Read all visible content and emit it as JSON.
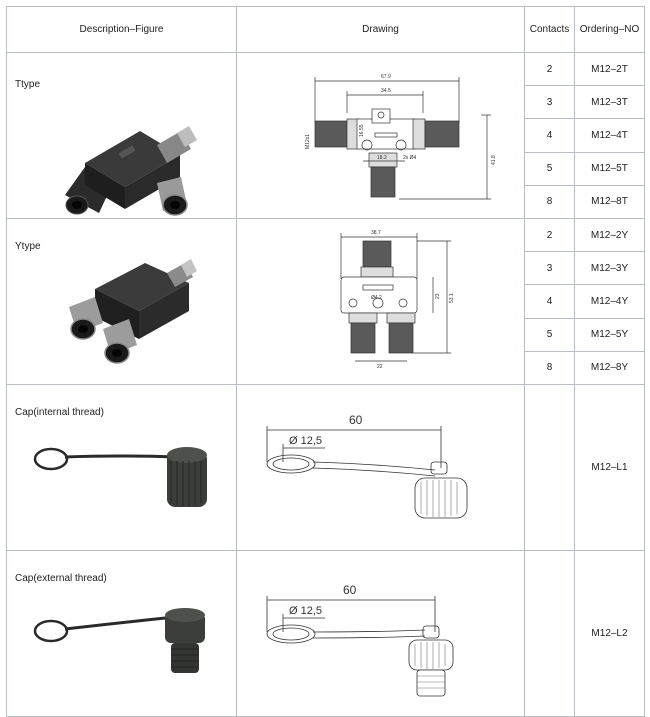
{
  "headers": {
    "description": "Description–Figure",
    "drawing": "Drawing",
    "contacts": "Contacts",
    "ordering": "Ordering–NO"
  },
  "ttype": {
    "label": "Ttype",
    "dims": {
      "total_width": "67.9",
      "upper": "34.5",
      "lower": "18.2",
      "height": "41.8",
      "thread": "M12x1",
      "mid": "16.55",
      "holes": "2x Ø4"
    },
    "rows": [
      {
        "contacts": "2",
        "order": "M12–2T"
      },
      {
        "contacts": "3",
        "order": "M12–3T"
      },
      {
        "contacts": "4",
        "order": "M12–4T"
      },
      {
        "contacts": "5",
        "order": "M12–5T"
      },
      {
        "contacts": "8",
        "order": "M12–8T"
      }
    ]
  },
  "ytype": {
    "label": "Ytype",
    "dims": {
      "top_width": "38.7",
      "bottom_width": "22",
      "right_inner": "23",
      "right_outer": "53.1",
      "hole": "Ø4.2"
    },
    "rows": [
      {
        "contacts": "2",
        "order": "M12–2Y"
      },
      {
        "contacts": "3",
        "order": "M12–3Y"
      },
      {
        "contacts": "4",
        "order": "M12–4Y"
      },
      {
        "contacts": "5",
        "order": "M12–5Y"
      },
      {
        "contacts": "8",
        "order": "M12–8Y"
      }
    ]
  },
  "cap_internal": {
    "label": "Cap(internal thread)",
    "dim_length": "60",
    "dim_diameter": "Ø 12,5",
    "order": "M12–L1"
  },
  "cap_external": {
    "label": "Cap(external thread)",
    "dim_length": "60",
    "dim_diameter": "Ø 12,5",
    "order": "M12–L2"
  }
}
